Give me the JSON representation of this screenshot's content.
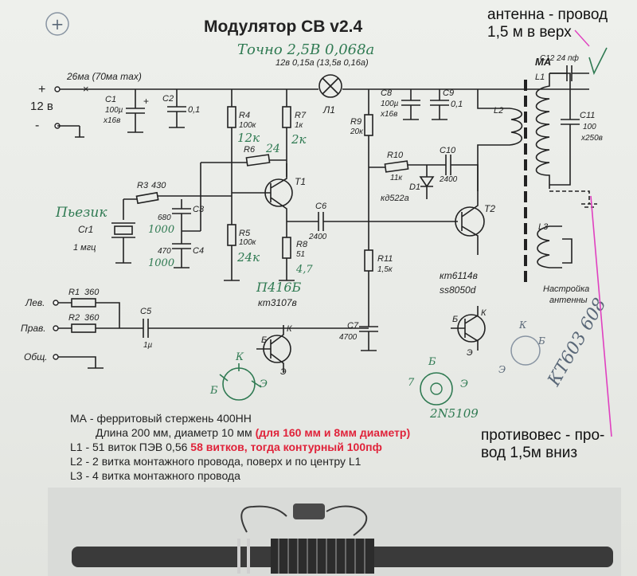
{
  "title": "Модулятор СВ  v2.4",
  "handwritten": {
    "plus_circle": "+",
    "current": "Точно 2,5В 0,068а",
    "r6": "24",
    "r4": "12к",
    "r7": "2к",
    "piezo": "Пьезик",
    "c3": "1000",
    "c4": "1000",
    "r5": "24к",
    "r8": "4,7",
    "t1_type": "П416Б",
    "kt_side": "КТ603 608",
    "kt_pins": [
      "К",
      "Б",
      "Э"
    ],
    "pin_labels_left": [
      "Б",
      "К",
      "Э"
    ],
    "pin_labels_mid": [
      "Б",
      "7",
      "Э"
    ],
    "part_2n": "2N5109"
  },
  "supply": {
    "current_note": "26ма (70ма max)",
    "voltage": "12 в",
    "lamp_note": "12в 0,15а (13,5в 0,16а)",
    "plus": "+",
    "minus": "-"
  },
  "components": {
    "C1": [
      "C1",
      "100µ",
      "х16в"
    ],
    "C2": [
      "C2",
      "0,1"
    ],
    "R4": [
      "R4",
      "100к"
    ],
    "R7": [
      "R7",
      "1к"
    ],
    "L1lamp": "Л1",
    "R9": [
      "R9",
      "20к"
    ],
    "C8": [
      "C8",
      "100µ",
      "х16в"
    ],
    "C9": [
      "C9",
      "0,1"
    ],
    "R6": "R6",
    "R3": [
      "R3",
      "430"
    ],
    "T1": "T1",
    "C3": [
      "C3",
      "680"
    ],
    "C4": [
      "C4",
      "470"
    ],
    "Cr1": [
      "Cr1",
      "1 мгц"
    ],
    "R5": [
      "R5",
      "100к"
    ],
    "R8": [
      "R8",
      "51"
    ],
    "C6": [
      "C6",
      "2400"
    ],
    "R10": [
      "R10",
      "11к"
    ],
    "C10": [
      "C10",
      "2400"
    ],
    "D1": [
      "D1",
      "кд522а"
    ],
    "T2": "T2",
    "R11": [
      "R11",
      "1,5к"
    ],
    "C7": [
      "C7",
      "4700"
    ],
    "C5": [
      "C5",
      "1µ"
    ],
    "R1": [
      "R1",
      "360"
    ],
    "R2": [
      "R2",
      "360"
    ],
    "t1_type": "кт3107в",
    "t2_type": [
      "кт6114в",
      "ss8050d"
    ],
    "MA": "MA",
    "C12": "C12  24 пф",
    "L1": "L1",
    "L2": "L2",
    "C11": [
      "C11",
      "100",
      "х250в"
    ],
    "L3": "L3",
    "tuning": [
      "Настройка",
      "антенны"
    ],
    "inputs": [
      "Лев.",
      "Прав.",
      "Общ."
    ],
    "pin_b": "Б",
    "pin_k": "К",
    "pin_e": "Э"
  },
  "antenna_note": [
    "антенна - провод",
    "1,5 м в верх"
  ],
  "counterpoise_note": [
    "противовес - про-",
    "вод 1,5м вниз"
  ],
  "notes": {
    "l1": "МА - ферритовый стержень  400НН",
    "l2a": "Длина 200 мм, диаметр 10 мм",
    "l2b": "(для 160 мм и 8мм диаметр)",
    "l3a": "L1 - 51 виток  ПЭВ 0,56",
    "l3b": "58 витков, тогда контурный 100пф",
    "l4": "L2 - 2 витка монтажного провода, поверх и по центру L1",
    "l5": "L3 - 4 витка монтажного провода"
  },
  "colors": {
    "ink": "#222222",
    "green_pen": "#2f7a52",
    "red_text": "#e0233a",
    "magenta_line": "#e040c0",
    "rod": "#3a3a3a"
  }
}
